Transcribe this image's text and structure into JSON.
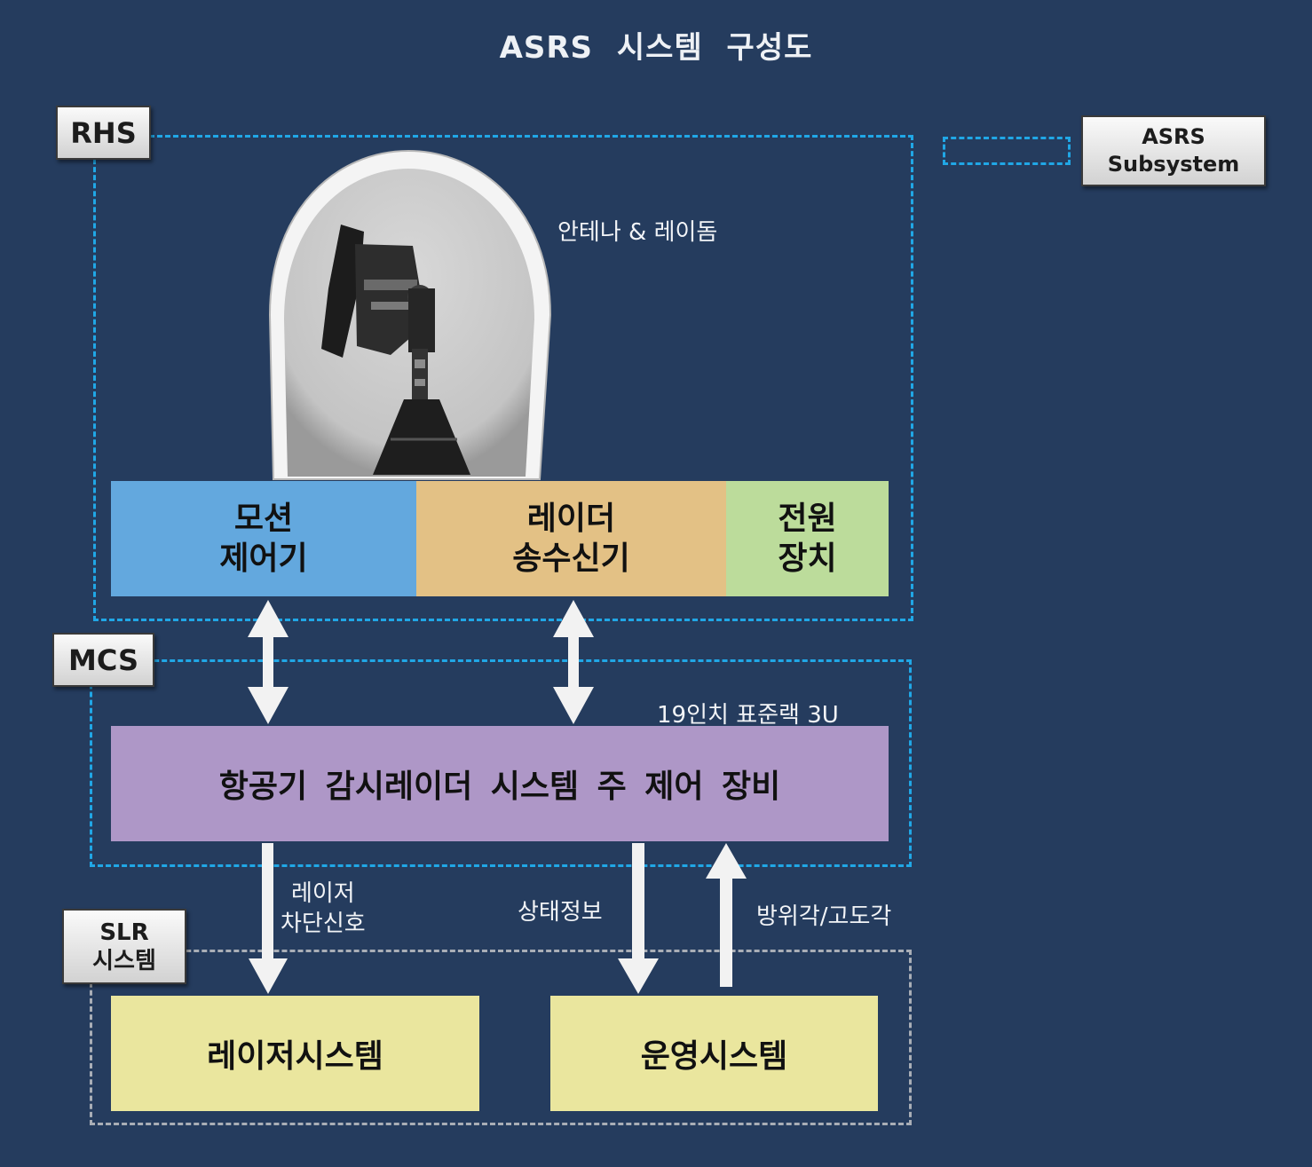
{
  "title": "ASRS  시스템 구성도",
  "legend": {
    "label": "ASRS\nSubsystem"
  },
  "groups": {
    "rhs": {
      "label": "RHS"
    },
    "mcs": {
      "label": "MCS"
    },
    "slr": {
      "label": "SLR\n시스템"
    }
  },
  "antenna": {
    "label": "안테나 & 레이돔",
    "icon": "antenna-radome-icon"
  },
  "rhs_blocks": {
    "motion": "모션\n제어기",
    "radar": "레이더\n송수신기",
    "power": "전원\n장치"
  },
  "mcs": {
    "rack_note": "19인치 표준랙 3U",
    "main": "항공기 감시레이더 시스템 주 제어 장비"
  },
  "links": {
    "laser_block": "레이저\n차단신호",
    "status": "상태정보",
    "azel": "방위각/고도각"
  },
  "slr_blocks": {
    "laser": "레이저시스템",
    "ops": "운영시스템"
  },
  "colors": {
    "background": "#253c5e",
    "motion": "#63a8de",
    "radar": "#e3c185",
    "power": "#bcdc9b",
    "main": "#ae97c7",
    "slr": "#eae69e",
    "blue_dash": "#20a7e6",
    "gray_dash": "#a9aeb6"
  }
}
